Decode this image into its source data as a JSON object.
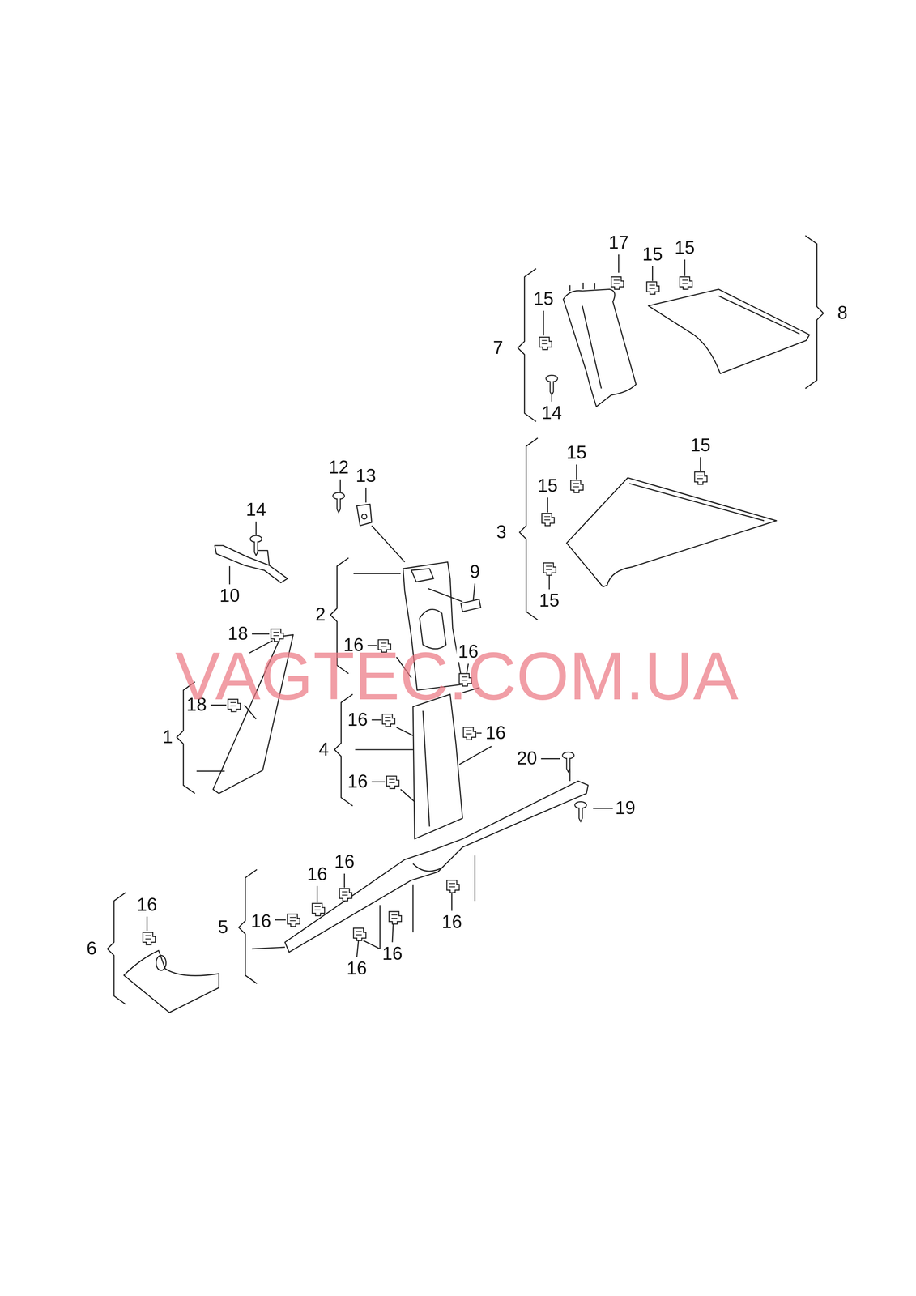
{
  "diagram": {
    "labels": [
      "17",
      "15",
      "15",
      "15",
      "7",
      "8",
      "14",
      "15",
      "15",
      "15",
      "12",
      "13",
      "14",
      "3",
      "9",
      "10",
      "15",
      "2",
      "18",
      "16",
      "16",
      "VAGTEC.COM.UA",
      "18",
      "16",
      "16",
      "1",
      "4",
      "20",
      "16",
      "19",
      "16",
      "16",
      "16",
      "16",
      "5",
      "16",
      "6",
      "16",
      "16"
    ]
  }
}
